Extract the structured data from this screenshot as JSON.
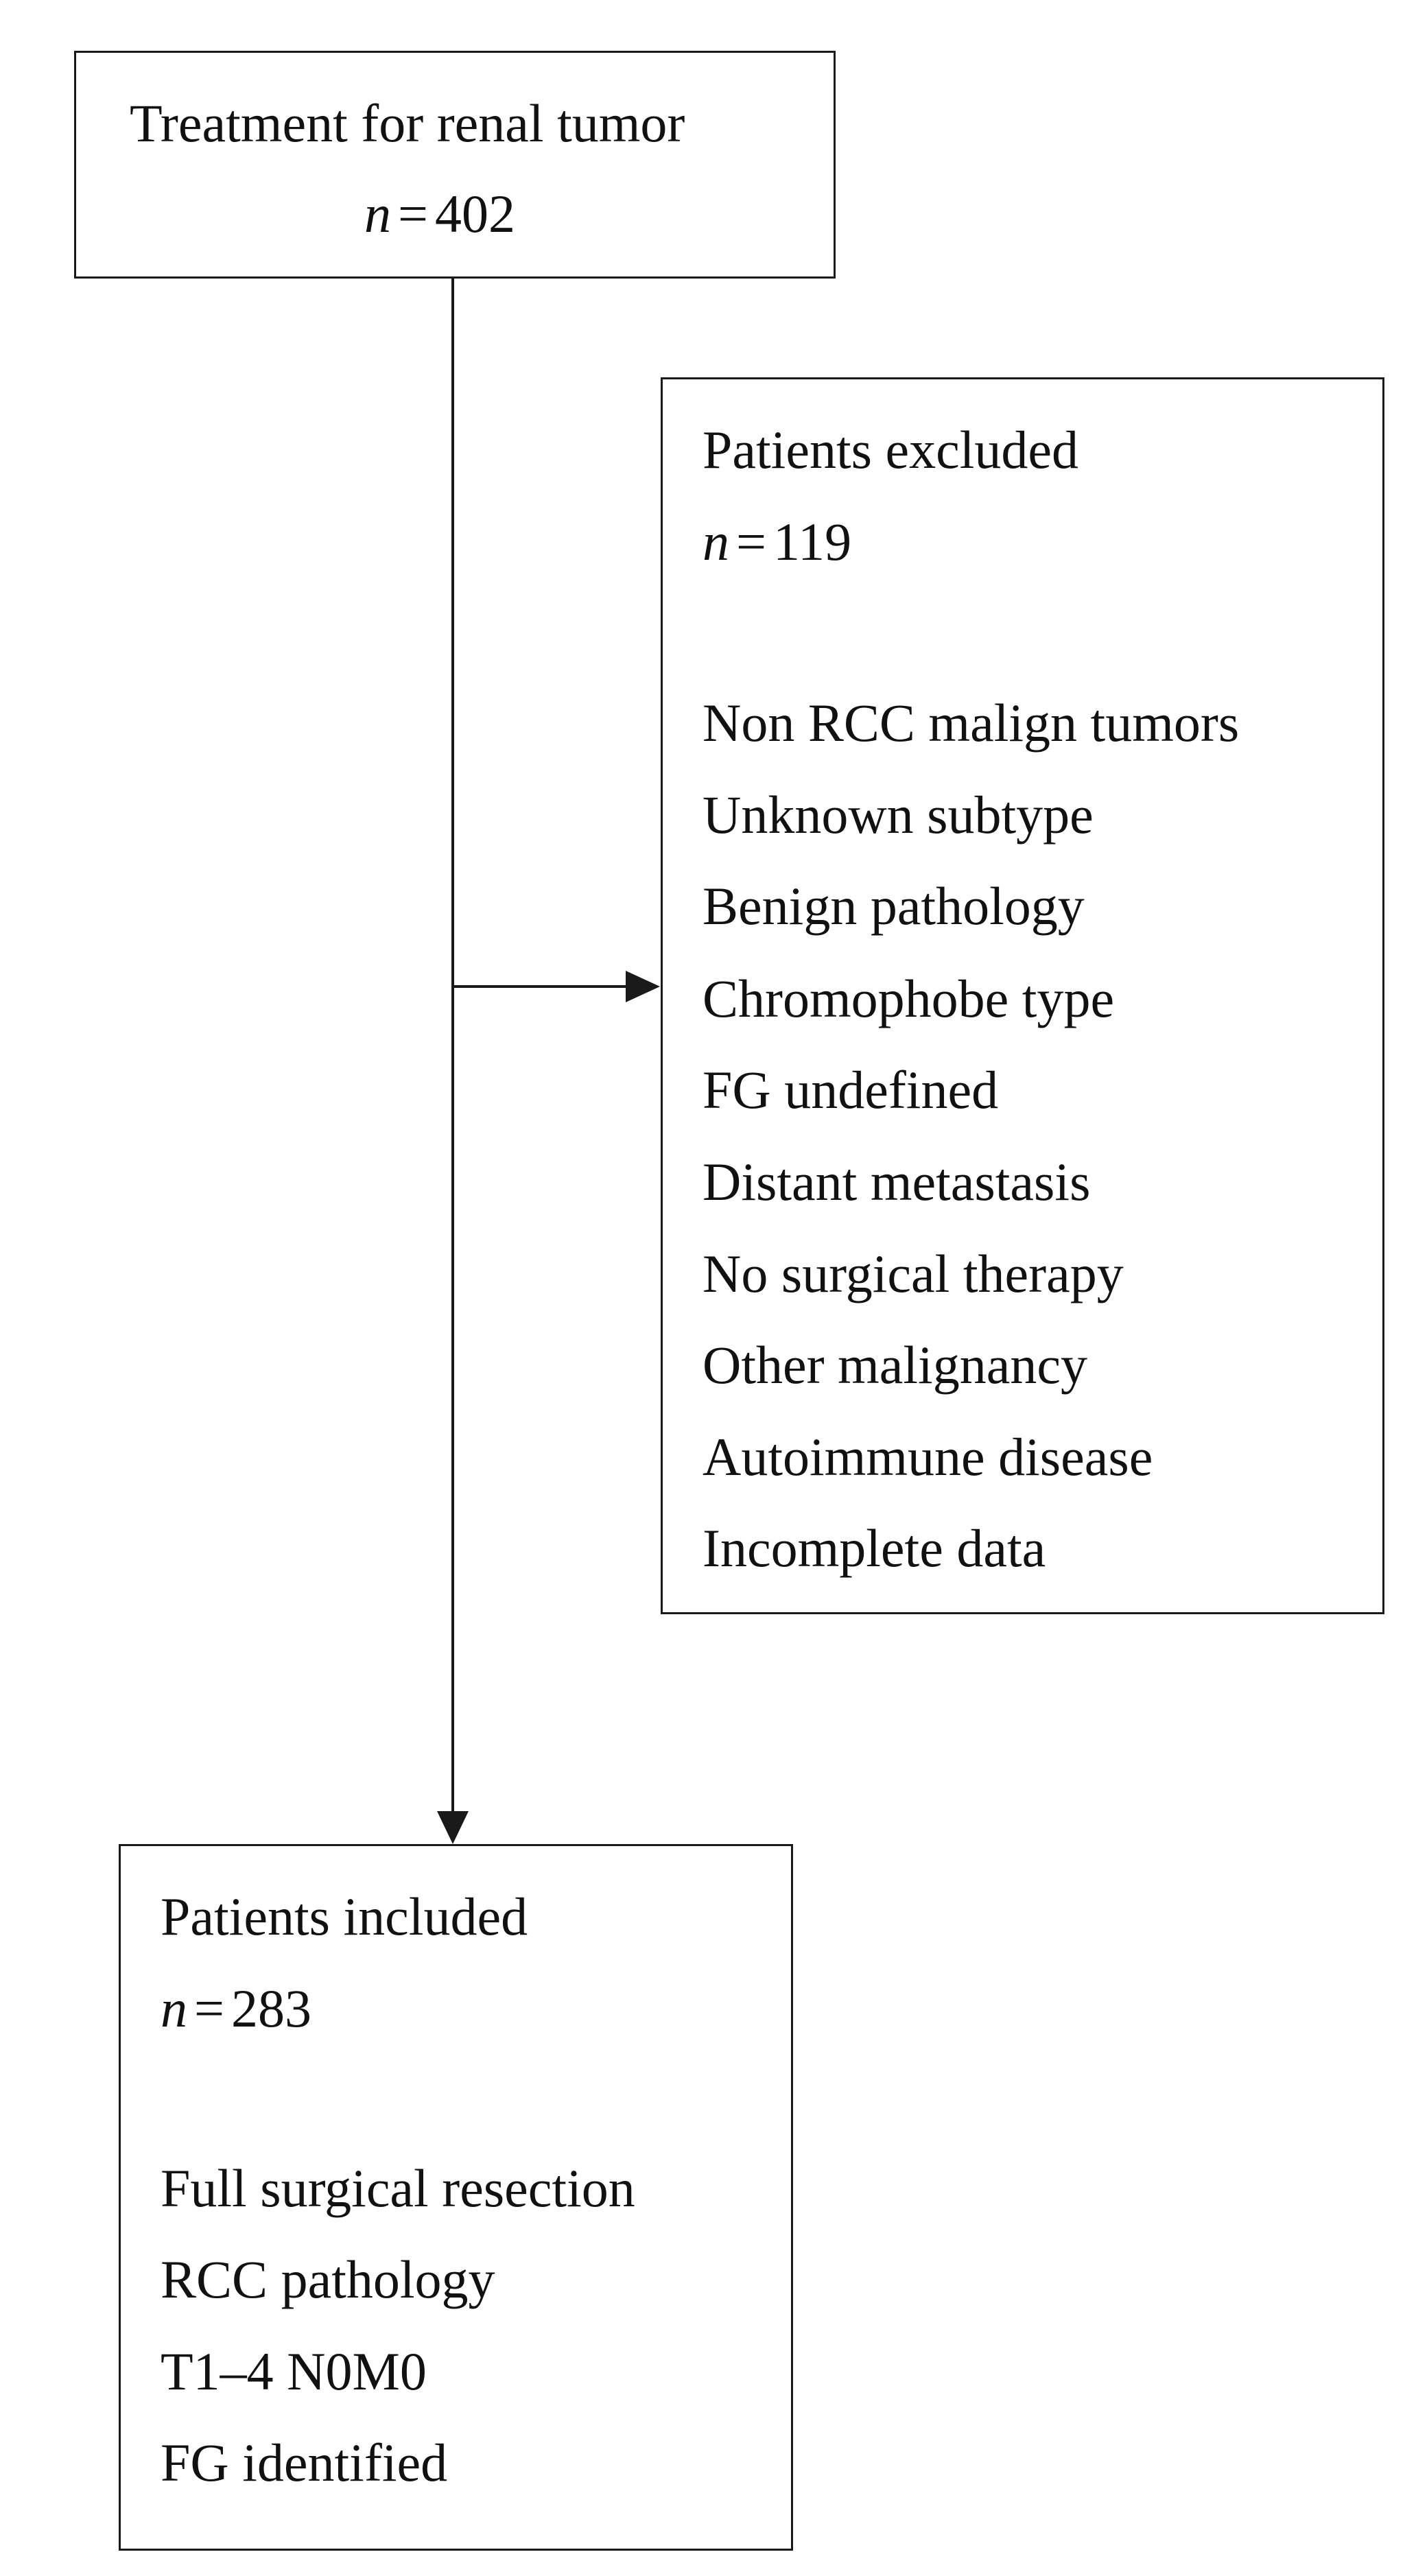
{
  "boxes": {
    "treatment": {
      "title": "Treatment for renal tumor",
      "n_label": "n",
      "n_eq": "=",
      "n_value": "402"
    },
    "excluded": {
      "title": "Patients excluded",
      "n_label": "n",
      "n_eq": "=",
      "n_value": "119",
      "reasons": [
        "Non RCC malign tumors",
        "Unknown subtype",
        "Benign pathology",
        "Chromophobe type",
        "FG undefined",
        "Distant metastasis",
        "No surgical therapy",
        "Other malignancy",
        "Autoimmune disease",
        "Incomplete data"
      ]
    },
    "included": {
      "title": "Patients included",
      "n_label": "n",
      "n_eq": "=",
      "n_value": "283",
      "criteria": [
        "Full surgical resection",
        "RCC pathology",
        "T1–4 N0M0",
        "FG identified"
      ]
    }
  }
}
